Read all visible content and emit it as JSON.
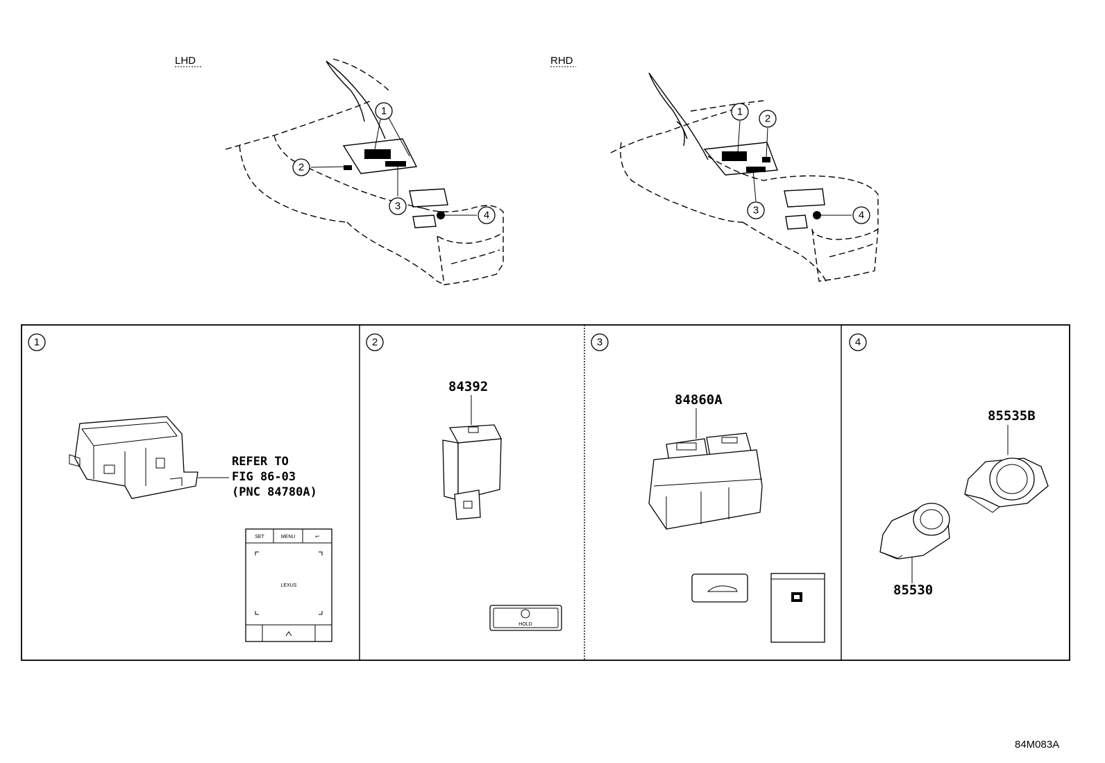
{
  "views": {
    "lhd_label": "LHD",
    "rhd_label": "RHD"
  },
  "callouts": {
    "c1": "1",
    "c2": "2",
    "c3": "3",
    "c4": "4"
  },
  "panels": [
    {
      "number": "1",
      "refer_lines": [
        "REFER TO",
        "FIG 86-03",
        "(PNC 84780A)"
      ],
      "face_buttons": [
        "SET",
        "MENU",
        "↩"
      ],
      "face_brand": "LEXUS"
    },
    {
      "number": "2",
      "part_number": "84392",
      "face_text": "HOLD"
    },
    {
      "number": "3",
      "part_number": "84860A"
    },
    {
      "number": "4",
      "part_numbers": [
        "85535B",
        "85530"
      ]
    }
  ],
  "figure_code": "84M083A"
}
